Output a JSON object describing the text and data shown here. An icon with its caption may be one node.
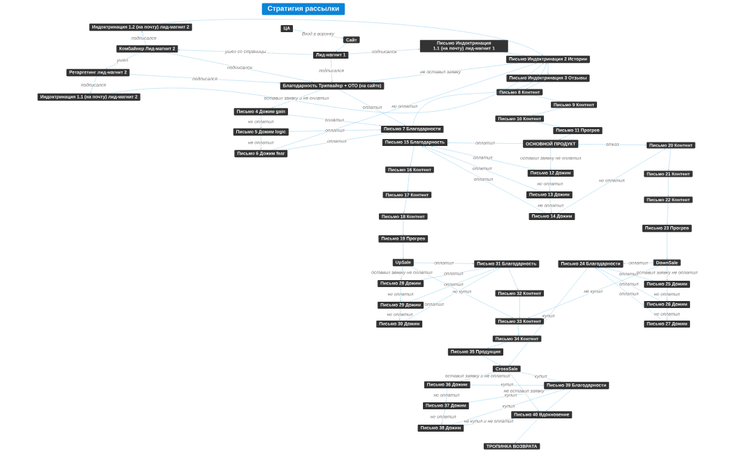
{
  "diagram": {
    "title": "Стратигия рассылки",
    "nodes": [
      {
        "text": [
          "Индоктринация 1.2 (на почту) лид-магнит 2"
        ]
      },
      {
        "text": [
          "ЦА"
        ]
      },
      {
        "text": [
          "Сайт"
        ]
      },
      {
        "text": [
          "Комбайнер Лид-магнит 2"
        ]
      },
      {
        "text": [
          "Лид-магнит 1"
        ]
      },
      {
        "text": [
          "Письмо Индоктринация 1.1 (на почту) лид-магнит 1"
        ]
      },
      {
        "text": [
          "Письмо Индоктринация 2 Истории"
        ]
      },
      {
        "text": [
          "Ретаргетинг лид-магнит 2"
        ]
      },
      {
        "text": [
          "Письмо Индоктринация 3 Отзывы"
        ]
      },
      {
        "text": [
          "Благодарность Трипвайер + ОТО (на сайте)"
        ]
      },
      {
        "text": [
          "Индоктринация 1.1 (на почту) лид-магнит 2"
        ]
      },
      {
        "text": [
          "Письмо 8 Контент"
        ]
      },
      {
        "text": [
          "Письмо 9 Контент"
        ]
      },
      {
        "text": [
          "Письмо 4 Дожим gain"
        ]
      },
      {
        "text": [
          "Письмо 10 Контент"
        ]
      },
      {
        "text": [
          "Письмо 11 Прогрев"
        ]
      },
      {
        "text": [
          "Письмо 7 Благодарности"
        ]
      },
      {
        "text": [
          "Письмо 5 Дожим logic"
        ]
      },
      {
        "text": [
          "Письмо 15 Благодарность"
        ]
      },
      {
        "text": [
          "ОСНОВНОЙ ПРОДУКТ"
        ]
      },
      {
        "text": [
          "Письмо 20 Контент"
        ]
      },
      {
        "text": [
          "Письмо 6 Дожим fear"
        ]
      },
      {
        "text": [
          "Письмо 16 Контент"
        ]
      },
      {
        "text": [
          "Письмо 12 Дожим"
        ]
      },
      {
        "text": [
          "Письмо 21 Контент"
        ]
      },
      {
        "text": [
          "Письмо 13 Дожим"
        ]
      },
      {
        "text": [
          "Письмо 17 Контент"
        ]
      },
      {
        "text": [
          "Письмо 22 Контент"
        ]
      },
      {
        "text": [
          "Письмо 18 Контент"
        ]
      },
      {
        "text": [
          "Письмо 14 Дожим"
        ]
      },
      {
        "text": [
          "Письмо 23 Прогрев"
        ]
      },
      {
        "text": [
          "Письмо 19 Прогрев"
        ]
      },
      {
        "text": [
          "UpSale"
        ]
      },
      {
        "text": [
          "Письмо 31 Благодарность"
        ]
      },
      {
        "text": [
          "Письмо 24 Благодарности"
        ]
      },
      {
        "text": [
          "DownSale"
        ]
      },
      {
        "text": [
          "Письмо 28 Дожим"
        ]
      },
      {
        "text": [
          "Письмо 25 Дожим"
        ]
      },
      {
        "text": [
          "Письмо 32 Контент"
        ]
      },
      {
        "text": [
          "Письмо 29 Дожим"
        ]
      },
      {
        "text": [
          "Письмо 26 Дожим"
        ]
      },
      {
        "text": [
          "Письмо 30 Дожим"
        ]
      },
      {
        "text": [
          "Письмо 33 Контент"
        ]
      },
      {
        "text": [
          "Письмо 27 Дожим"
        ]
      },
      {
        "text": [
          "Письмо 34 Контент"
        ]
      },
      {
        "text": [
          "Письмо 35 Продукция"
        ]
      },
      {
        "text": [
          "CrossSale"
        ]
      },
      {
        "text": [
          "Письмо 36 Дожим"
        ]
      },
      {
        "text": [
          "Письмо 39 Благодарности"
        ]
      },
      {
        "text": [
          "Письмо 37 Дожим"
        ]
      },
      {
        "text": [
          "Письмо 40 Вдохновение"
        ]
      },
      {
        "text": [
          "Письмо 38 Дожим"
        ]
      },
      {
        "text": [
          "ТРОПИНКА ВОЗВРАТА"
        ]
      }
    ],
    "edges": [
      {
        "from": 1,
        "to": 2,
        "arrow": "to",
        "label": "Вход в воронку"
      },
      {
        "from": 2,
        "to": 4,
        "arrow": "to"
      },
      {
        "from": 4,
        "to": 3,
        "arrow": "to",
        "label": "ушел со страницы"
      },
      {
        "from": 4,
        "to": 5,
        "arrow": "to",
        "label": "подписался"
      },
      {
        "from": 3,
        "to": 0,
        "arrow": "to",
        "label": "подписался"
      },
      {
        "from": 3,
        "to": 7,
        "arrow": "to",
        "label": "ушел"
      },
      {
        "from": 3,
        "to": 9,
        "arrow": "to",
        "label": "подписался"
      },
      {
        "from": 7,
        "to": 10,
        "arrow": "to",
        "label": "подписался"
      },
      {
        "from": 7,
        "to": 9,
        "arrow": "to",
        "label": "подписался"
      },
      {
        "from": 4,
        "to": 9,
        "arrow": "to",
        "label": "подписался"
      },
      {
        "from": 0,
        "to": 6,
        "arrow": "to"
      },
      {
        "from": 5,
        "to": 6,
        "arrow": "to"
      },
      {
        "from": 10,
        "to": 6,
        "arrow": "to"
      },
      {
        "from": 9,
        "to": 6,
        "arrow": "to",
        "label": "не оставил заявку"
      },
      {
        "from": 6,
        "to": 8,
        "arrow": "to"
      },
      {
        "from": 8,
        "to": 11,
        "arrow": "to"
      },
      {
        "from": 11,
        "to": 12,
        "arrow": "to"
      },
      {
        "from": 12,
        "to": 14,
        "arrow": "to"
      },
      {
        "from": 14,
        "to": 15,
        "arrow": "to"
      },
      {
        "from": 15,
        "to": 19,
        "arrow": "to"
      },
      {
        "from": 9,
        "to": 13,
        "arrow": "to",
        "label": "оставил заявку и не оплатил"
      },
      {
        "from": 9,
        "to": 16,
        "arrow": "to",
        "label": "оплатил"
      },
      {
        "from": 13,
        "to": 17,
        "arrow": "to",
        "label": "не оплатил"
      },
      {
        "from": 17,
        "to": 21,
        "arrow": "to",
        "label": "не оплатил"
      },
      {
        "from": 13,
        "to": 16,
        "arrow": "to",
        "label": "оплатил"
      },
      {
        "from": 17,
        "to": 16,
        "arrow": "to",
        "label": "оплатил"
      },
      {
        "from": 21,
        "to": 16,
        "arrow": "to",
        "label": "оплатил"
      },
      {
        "from": 21,
        "to": 6,
        "arrow": "to",
        "label": "не оплатил"
      },
      {
        "from": 16,
        "to": 6,
        "arrow": "to"
      },
      {
        "from": 19,
        "to": 18,
        "arrow": "to",
        "label": "оплатил"
      },
      {
        "from": 19,
        "to": 20,
        "arrow": "to",
        "label": "отказ"
      },
      {
        "from": 19,
        "to": 23,
        "arrow": "to",
        "label": "оставил заявку не оплатил"
      },
      {
        "from": 23,
        "to": 25,
        "arrow": "to",
        "label": "не оплатил"
      },
      {
        "from": 25,
        "to": 29,
        "arrow": "to",
        "label": "не оплатил"
      },
      {
        "from": 23,
        "to": 18,
        "arrow": "to",
        "label": "оплатил"
      },
      {
        "from": 25,
        "to": 18,
        "arrow": "to",
        "label": "оплатил"
      },
      {
        "from": 29,
        "to": 18,
        "arrow": "to",
        "label": "оплатил"
      },
      {
        "from": 29,
        "to": 20,
        "arrow": "to",
        "label": "не оплатил"
      },
      {
        "from": 18,
        "to": 22,
        "arrow": "to"
      },
      {
        "from": 22,
        "to": 26,
        "arrow": "to"
      },
      {
        "from": 26,
        "to": 28,
        "arrow": "to"
      },
      {
        "from": 28,
        "to": 31,
        "arrow": "to"
      },
      {
        "from": 31,
        "to": 32,
        "arrow": "to"
      },
      {
        "from": 20,
        "to": 24,
        "arrow": "to"
      },
      {
        "from": 24,
        "to": 27,
        "arrow": "to"
      },
      {
        "from": 27,
        "to": 30,
        "arrow": "to"
      },
      {
        "from": 30,
        "to": 35,
        "arrow": "to"
      },
      {
        "from": 32,
        "to": 33,
        "arrow": "to",
        "label": "оплатил"
      },
      {
        "from": 32,
        "to": 36,
        "arrow": "to",
        "label": "оставил заявку не оплатил"
      },
      {
        "from": 36,
        "to": 39,
        "arrow": "to",
        "label": "не оплатил"
      },
      {
        "from": 39,
        "to": 41,
        "arrow": "to",
        "label": "не оплатил"
      },
      {
        "from": 36,
        "to": 33,
        "arrow": "to",
        "label": "оплатил"
      },
      {
        "from": 39,
        "to": 33,
        "arrow": "to",
        "label": "оплатил"
      },
      {
        "from": 41,
        "to": 33,
        "arrow": "to",
        "label": "оплатил"
      },
      {
        "from": 32,
        "to": 42,
        "arrow": "to",
        "label": "не купил"
      },
      {
        "from": 33,
        "to": 38,
        "arrow": "to"
      },
      {
        "from": 38,
        "to": 42,
        "arrow": "to"
      },
      {
        "from": 35,
        "to": 34,
        "arrow": "to",
        "label": "оплатил"
      },
      {
        "from": 35,
        "to": 37,
        "arrow": "to",
        "label": "оставил заявку не оплатил"
      },
      {
        "from": 37,
        "to": 40,
        "arrow": "to",
        "label": "не оплатил"
      },
      {
        "from": 40,
        "to": 43,
        "arrow": "to",
        "label": "не оплатил"
      },
      {
        "from": 37,
        "to": 34,
        "arrow": "to",
        "label": "оплатил"
      },
      {
        "from": 40,
        "to": 34,
        "arrow": "to",
        "label": "оплатил"
      },
      {
        "from": 43,
        "to": 34,
        "arrow": "to",
        "label": "оплатил"
      },
      {
        "from": 35,
        "to": 42,
        "arrow": "to",
        "label": "не купил"
      },
      {
        "from": 34,
        "to": 46,
        "arrow": "to",
        "label": "купил"
      },
      {
        "from": 42,
        "to": 44,
        "arrow": "to"
      },
      {
        "from": 44,
        "to": 45,
        "arrow": "to"
      },
      {
        "from": 45,
        "to": 46,
        "arrow": "to"
      },
      {
        "from": 46,
        "to": 47,
        "arrow": "to",
        "label": "оставил заявку и не оплатил"
      },
      {
        "from": 46,
        "to": 48,
        "arrow": "to",
        "label": "купил"
      },
      {
        "from": 46,
        "to": 50,
        "arrow": "to",
        "label": "не оставил заявку"
      },
      {
        "from": 47,
        "to": 48,
        "arrow": "to",
        "label": "купил"
      },
      {
        "from": 47,
        "to": 49,
        "arrow": "to",
        "label": "не оплатил"
      },
      {
        "from": 49,
        "to": 51,
        "arrow": "to",
        "label": "не оплатил"
      },
      {
        "from": 49,
        "to": 48,
        "arrow": "to",
        "label": "купил"
      },
      {
        "from": 51,
        "to": 48,
        "arrow": "to",
        "label": "купил"
      },
      {
        "from": 51,
        "to": 50,
        "arrow": "to",
        "label": "не купил и не оплатил"
      },
      {
        "from": 48,
        "to": 50,
        "arrow": "to"
      },
      {
        "from": 50,
        "to": 52,
        "arrow": "to"
      }
    ]
  }
}
